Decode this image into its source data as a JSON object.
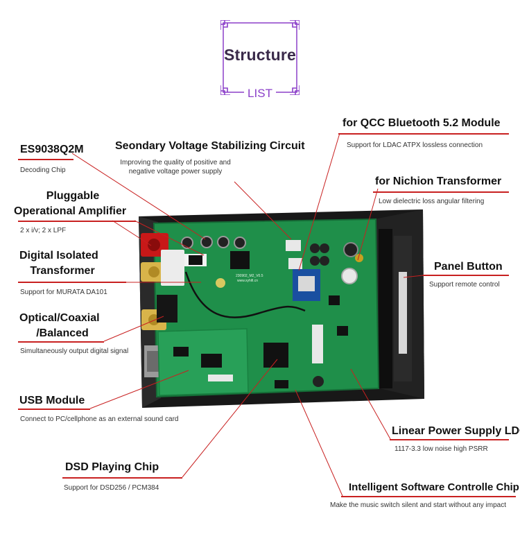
{
  "header": {
    "title": "Structure",
    "subtitle": "LIST"
  },
  "colors": {
    "accent": "#8b3fc9",
    "leader": "#c82020",
    "pcb": "#1f8f4a",
    "case": "#151515"
  },
  "annotations": {
    "qcc": {
      "label": "for QCC Bluetooth 5.2 Module",
      "desc": "Support for LDAC ATPX lossless connection"
    },
    "es9038": {
      "label": "ES9038Q2M",
      "desc": "Decoding Chip"
    },
    "secondary": {
      "label": "Seondary Voltage Stabilizing Circuit",
      "desc1": "Improving the quality of positive and",
      "desc2": "negative voltage power supply"
    },
    "nichion": {
      "label": "for Nichion Transformer",
      "desc": "Low dielectric loss angular filtering"
    },
    "opamp": {
      "label1": "Pluggable",
      "label2": "Operational Amplifier",
      "desc": "2 x i/v; 2 x LPF"
    },
    "panel": {
      "label": "Panel Button",
      "desc": "Support remote control"
    },
    "isolated": {
      "label1": "Digital Isolated",
      "label2": "Transformer",
      "desc": "Support for MURATA DA101"
    },
    "optical": {
      "label1": "Optical/Coaxial",
      "label2": "/Balanced",
      "desc": "Simultaneously output digital signal"
    },
    "usb": {
      "label": "USB Module",
      "desc": "Connect to PC/cellphone as an external sound card"
    },
    "ldo": {
      "label": "Linear Power Supply LDO",
      "desc": "1117-3.3 low noise high PSRR"
    },
    "dsd": {
      "label": "DSD Playing Chip",
      "desc": "Support for DSD256 / PCM384"
    },
    "intelligent": {
      "label": "Intelligent Software Controlle Chip",
      "desc": "Make the music switch silent and start without any impact"
    }
  },
  "board": {
    "model": "230902_M2_V0.5",
    "site": "www.xyhifi.cn"
  }
}
